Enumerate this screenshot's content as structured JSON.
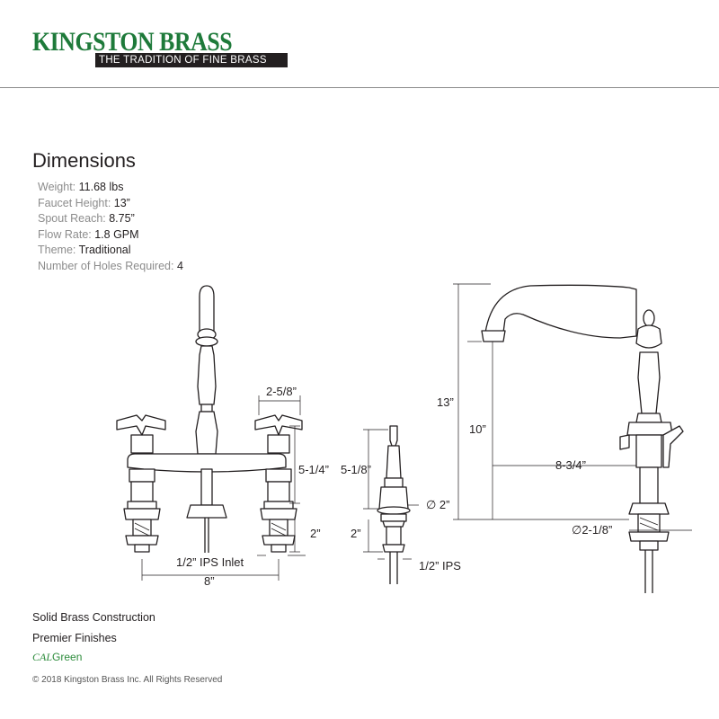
{
  "brand": {
    "name": "KINGSTON BRASS",
    "tagline": "THE TRADITION OF FINE BRASS",
    "color": "#1e7a3a"
  },
  "dimensions": {
    "title": "Dimensions",
    "specs": [
      {
        "label": "Weight:",
        "value": "11.68 lbs"
      },
      {
        "label": "Faucet Height:",
        "value": "13”"
      },
      {
        "label": "Spout Reach:",
        "value": "8.75”"
      },
      {
        "label": "Flow Rate:",
        "value": "1.8 GPM"
      },
      {
        "label": "Theme:",
        "value": "Traditional"
      },
      {
        "label": "Number of Holes Required:",
        "value": "4"
      }
    ]
  },
  "drawing_labels": {
    "handle_spacing": "2-5/8”",
    "body_height": "5-1/4”",
    "shank_height": "2”",
    "inlet": "1/2” IPS Inlet",
    "center_spread": "8”",
    "sprayer_height": "5-1/8”",
    "sprayer_diameter": "∅ 2”",
    "sprayer_shank": "2”",
    "sprayer_ips": "1/2” IPS",
    "overall_height": "13”",
    "spout_height": "10”",
    "spout_reach": "8-3/4”",
    "base_diameter": "∅2-1/8”"
  },
  "features": [
    "Solid Brass Construction",
    "Premier Finishes"
  ],
  "calgreen": {
    "prefix": "CAL",
    "suffix": "Green"
  },
  "copyright": "© 2018 Kingston Brass Inc. All Rights Reserved"
}
